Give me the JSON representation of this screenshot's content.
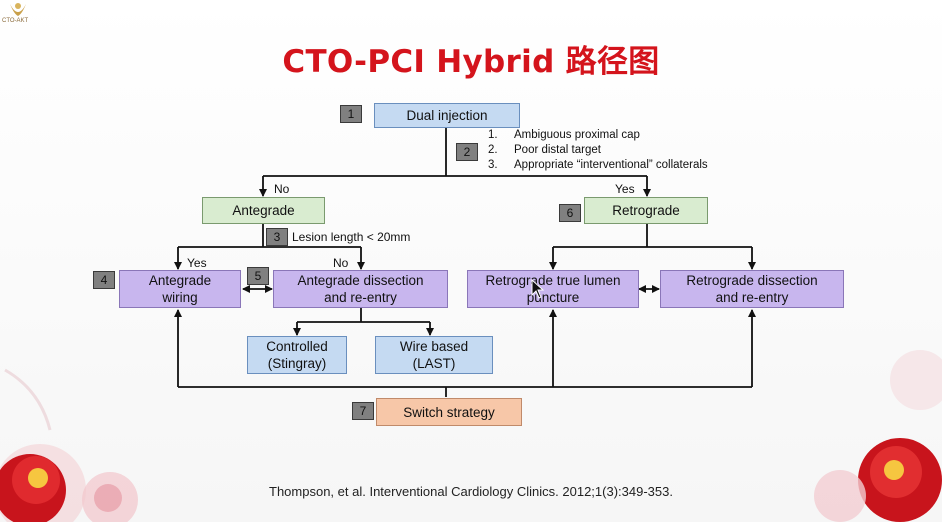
{
  "logo": {
    "text": "CTO-AKT"
  },
  "title": "CTO-PCI Hybrid 路径图",
  "steps": {
    "s1": {
      "number": "1",
      "label": "Dual injection"
    },
    "s2": {
      "number": "2",
      "criteria": [
        {
          "n": "1.",
          "text": "Ambiguous proximal cap"
        },
        {
          "n": "2.",
          "text": "Poor distal target"
        },
        {
          "n": "3.",
          "text": "Appropriate “interventional” collaterals"
        }
      ]
    },
    "s3": {
      "number": "3",
      "label": "Lesion length < 20mm"
    },
    "s4": {
      "number": "4",
      "label_line1": "Antegrade",
      "label_line2": "wiring"
    },
    "s5": {
      "number": "5",
      "label_line1": "Antegrade dissection",
      "label_line2": "and re-entry"
    },
    "s6": {
      "number": "6",
      "label": "Retrograde"
    },
    "s7": {
      "number": "7",
      "label": "Switch strategy"
    }
  },
  "boxes": {
    "antegrade": "Antegrade",
    "controlled_line1": "Controlled",
    "controlled_line2": "(Stingray)",
    "wire_line1": "Wire based",
    "wire_line2": "(LAST)",
    "retro_true_line1": "Retrograde true lumen",
    "retro_true_line2": "puncture",
    "retro_dissection_line1": "Retrograde dissection",
    "retro_dissection_line2": "and re-entry"
  },
  "edge_labels": {
    "no_top": "No",
    "yes_top": "Yes",
    "yes_left": "Yes",
    "no_left": "No"
  },
  "reference": "Thompson, et al. Interventional Cardiology Clinics. 2012;1(3):349-353.",
  "colors": {
    "title": "#d4141c",
    "blue_box": "#c5daf2",
    "green_box": "#d9ecd0",
    "purple_box": "#c8b6ee",
    "orange_box": "#f7c7a8",
    "number_box": "#808080"
  }
}
